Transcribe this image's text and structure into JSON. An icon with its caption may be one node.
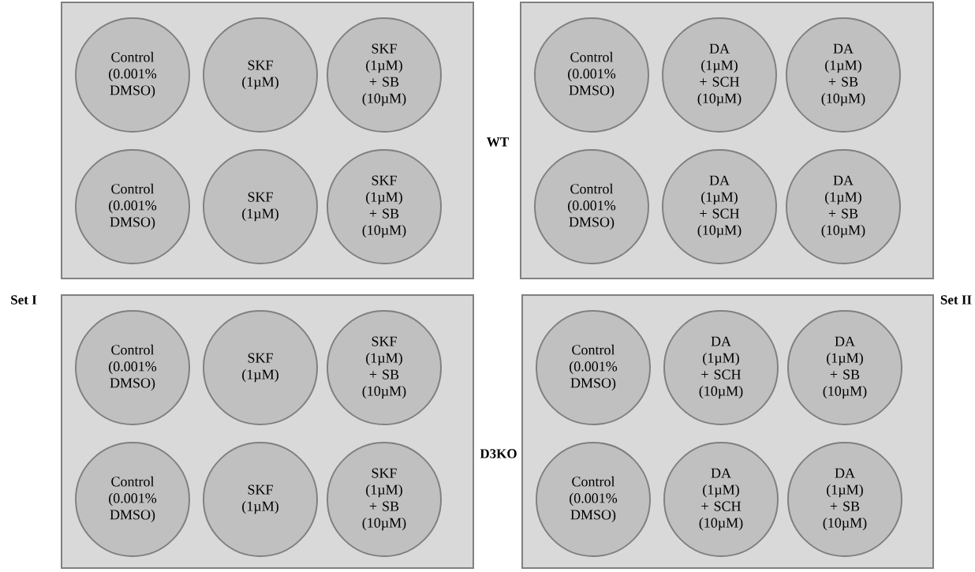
{
  "diagram": {
    "nodes": [
      {
        "text": [],
        "shape": "box"
      },
      {
        "text": [
          "Control (0.001% DMSO)"
        ],
        "in": 0
      },
      {
        "text": [
          "SKF (1µM)"
        ],
        "in": 0
      },
      {
        "text": [
          "SKF (1µM) + SB (10µM)"
        ],
        "in": 0
      },
      {
        "text": [
          "Control (0.001% DMSO)"
        ],
        "in": 0
      },
      {
        "text": [
          "SKF (1µM)"
        ],
        "in": 0
      },
      {
        "text": [
          "SKF (1µM) + SB (10µM)"
        ],
        "in": 0
      },
      {
        "text": [],
        "shape": "box"
      },
      {
        "text": [
          "Control (0.001% DMSO)"
        ],
        "in": 7
      },
      {
        "text": [
          "DA (1µM) + SCH (10µM)"
        ],
        "in": 7
      },
      {
        "text": [
          "DA (1µM) + SB (10µM)"
        ],
        "in": 7
      },
      {
        "text": [
          "Control (0.001% DMSO)"
        ],
        "in": 7
      },
      {
        "text": [
          "DA (1µM) + SCH (10µM)"
        ],
        "in": 7
      },
      {
        "text": [
          "DA (1µM) + SB (10µM)"
        ],
        "in": 7
      },
      {
        "text": [],
        "shape": "box"
      },
      {
        "text": [
          "Control (0.001% DMSO)"
        ],
        "in": 14
      },
      {
        "text": [
          "SKF (1µM)"
        ],
        "in": 14
      },
      {
        "text": [
          "SKF (1µM) + SB (10µM)"
        ],
        "in": 14
      },
      {
        "text": [
          "Control (0.001% DMSO)"
        ],
        "in": 14
      },
      {
        "text": [
          "SKF (1µM)"
        ],
        "in": 14
      },
      {
        "text": [
          "SKF (1µM) + SB (10µM)"
        ],
        "in": 14
      },
      {
        "text": [],
        "shape": "box"
      },
      {
        "text": [
          "Control (0.001% DMSO)"
        ],
        "in": 21
      },
      {
        "text": [
          "DA (1µM) + SCH (10µM)"
        ],
        "in": 21
      },
      {
        "text": [
          "DA (1µM) + SB (10µM)"
        ],
        "in": 21
      },
      {
        "text": [
          "Control (0.001% DMSO)"
        ],
        "in": 21
      },
      {
        "text": [
          "DA (1µM) + SCH (10µM)"
        ],
        "in": 21
      },
      {
        "text": [
          "DA (1µM) + SB (10µM)"
        ],
        "in": 21
      }
    ],
    "labels": [
      "WT",
      "Set I",
      "Set II",
      "D3KO"
    ]
  }
}
